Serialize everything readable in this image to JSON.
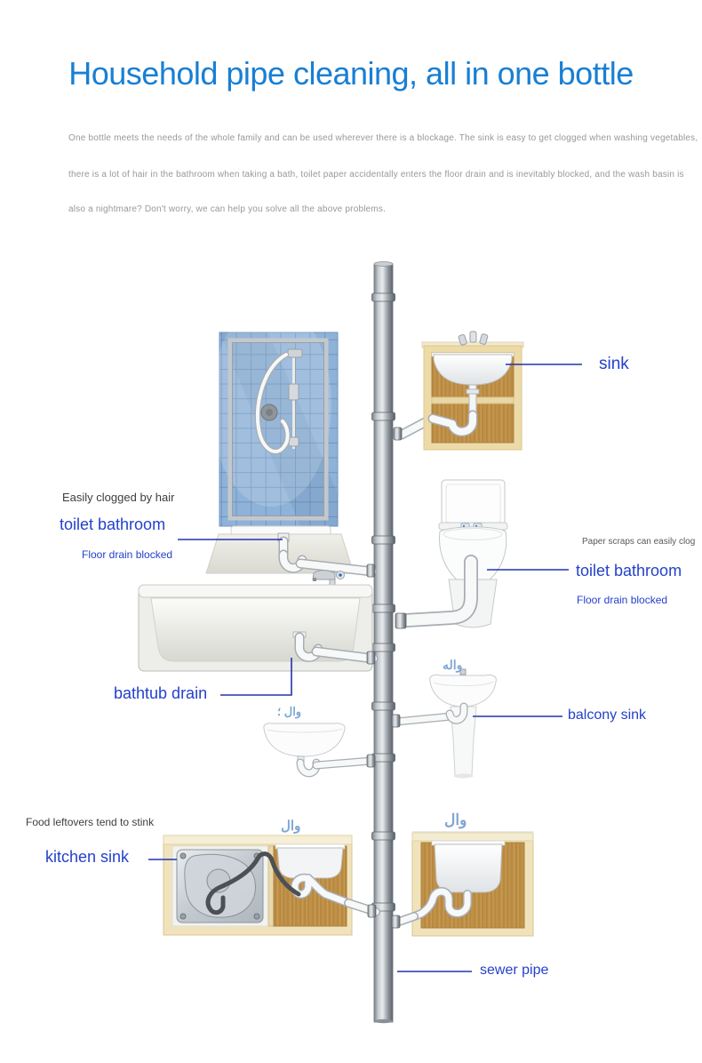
{
  "title": {
    "text": "Household pipe cleaning, all in one bottle"
  },
  "intro": {
    "lines": [
      "One bottle meets the needs of the whole family and can be used wherever there is a blockage. The sink is easy to get clogged when washing vegetables,",
      "there is a lot of hair in the bathroom when taking a bath, toilet paper accidentally enters the floor drain and is inevitably blocked, and the wash basin is",
      "also a nightmare? Don't worry, we can help you solve all the above problems."
    ]
  },
  "callouts": {
    "sink": {
      "label": "sink"
    },
    "shower": {
      "note": "Easily clogged by hair",
      "title": "toilet bathroom",
      "sub": "Floor drain blocked"
    },
    "toilet": {
      "note": "Paper scraps can easily clog",
      "title": "toilet bathroom",
      "sub": "Floor drain blocked"
    },
    "bathtub": {
      "label": "bathtub drain"
    },
    "balcony": {
      "label": "balcony sink"
    },
    "kitchen": {
      "note": "Food leftovers tend to stink",
      "label": "kitchen sink"
    },
    "sewer": {
      "label": "sewer pipe"
    }
  },
  "decor": {
    "splash_wall_sink": "وال ؛",
    "splash_balcony": "واله",
    "splash_kitchen_left": "وال",
    "splash_kitchen_right": "وال"
  },
  "colors": {
    "title_blue": "#187fd4",
    "callout_blue": "#2441cb",
    "connector_blue": "#2433ad",
    "intro_gray": "#989898",
    "note_gray": "#3e3e3e",
    "pipe_gray": "#8f969d",
    "tile_blue": "#8fb2d8",
    "wood_tan": "#c09148",
    "splash_blue": "#7fa6d2"
  }
}
